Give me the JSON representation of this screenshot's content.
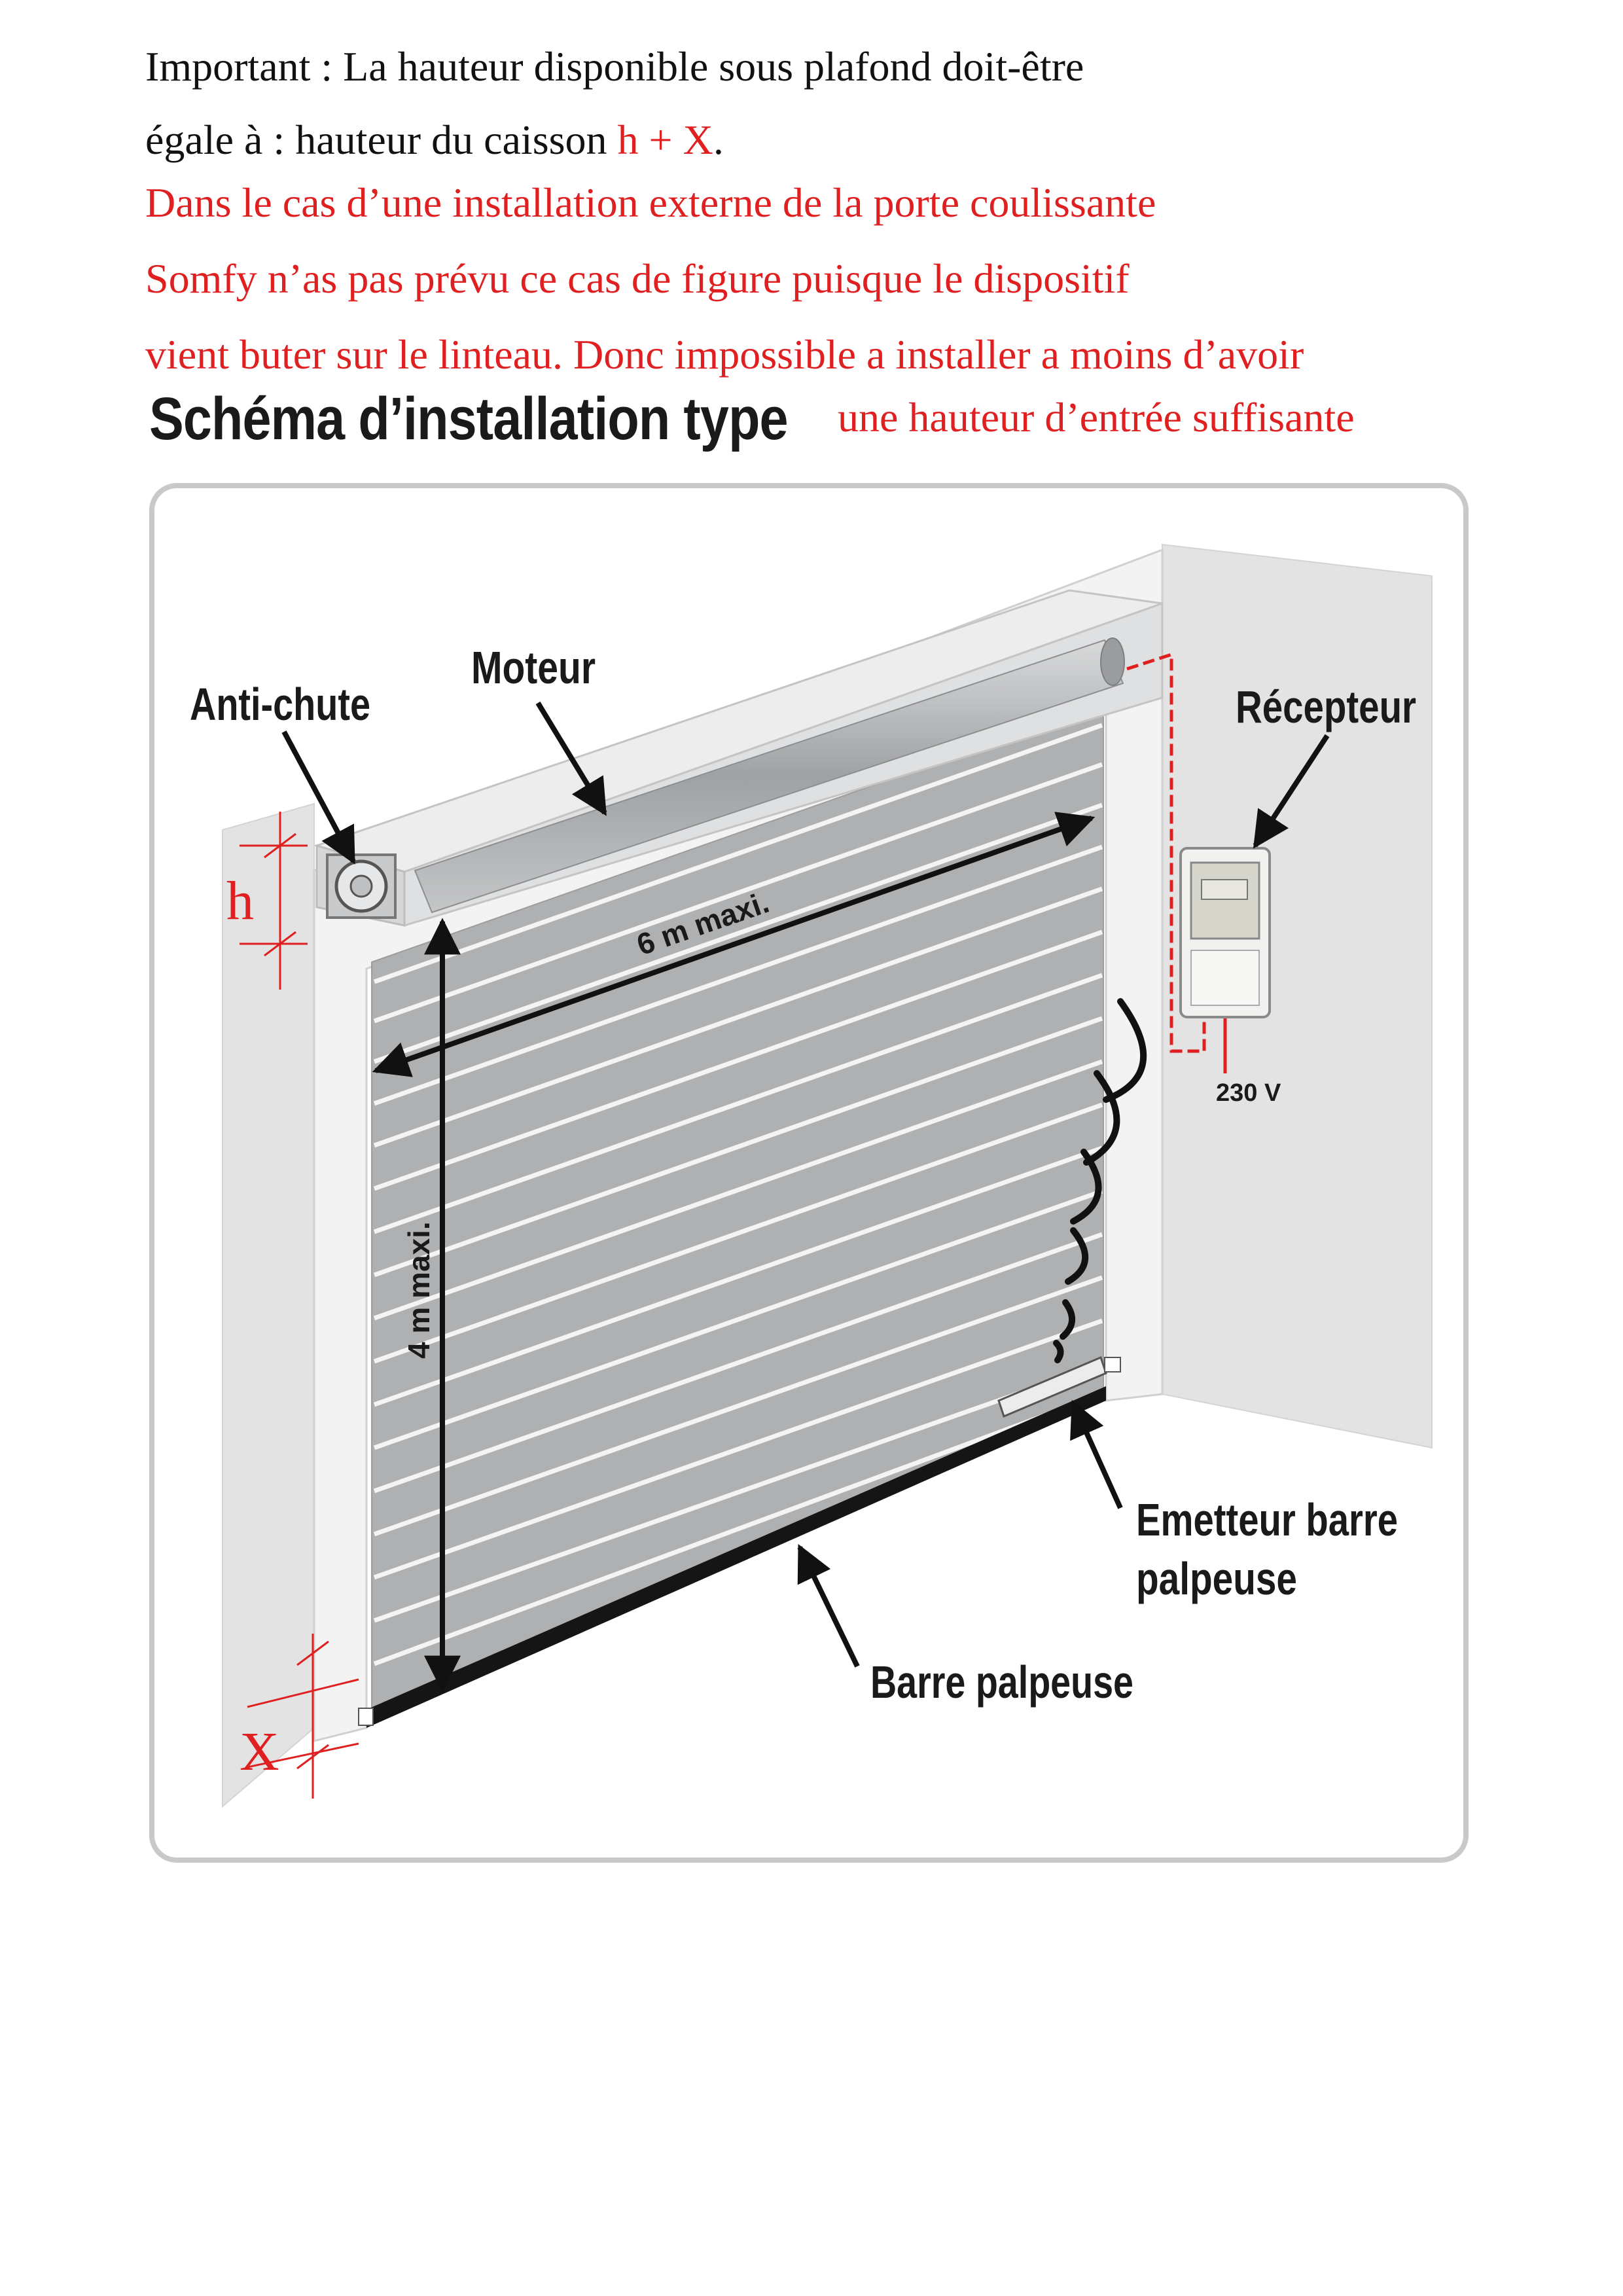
{
  "text": {
    "important_prefix": "Important : La hauteur disponible sous plafond doit-être",
    "important_line2_prefix": "égale à : hauteur du caisson ",
    "important_formula": "h + X",
    "important_period": ".",
    "red_line1": "Dans le cas d’une installation externe de la porte coulissante",
    "red_line2": "Somfy n’as pas prévu ce cas de figure puisque  le dispositif",
    "red_line3": "vient buter sur le linteau. Donc impossible a installer a moins d’avoir",
    "red_line4": "une hauteur d’entrée suffisante",
    "heading": "Schéma d’installation type"
  },
  "diagram": {
    "labels": {
      "moteur": "Moteur",
      "anti_chute": "Anti-chute",
      "recepteur": "Récepteur",
      "width": "6 m maxi.",
      "height": "4 m maxi.",
      "voltage": "230 V",
      "emetteur_line1": "Emetteur barre",
      "emetteur_line2": "palpeuse",
      "barre": "Barre palpeuse",
      "h": "h",
      "x": "X"
    },
    "colors": {
      "annotation_red": "#e02020",
      "door_grey": "#aeb0b2",
      "wall_grey": "#e3e3e4",
      "frame_outline": "#c9c9c9"
    }
  }
}
